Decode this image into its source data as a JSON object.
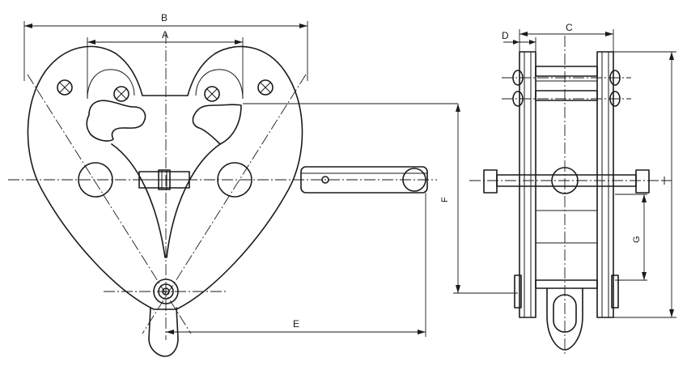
{
  "labels": {
    "b": "B",
    "a": "A",
    "e": "E",
    "f": "F",
    "c": "C",
    "d": "D",
    "g": "G"
  }
}
